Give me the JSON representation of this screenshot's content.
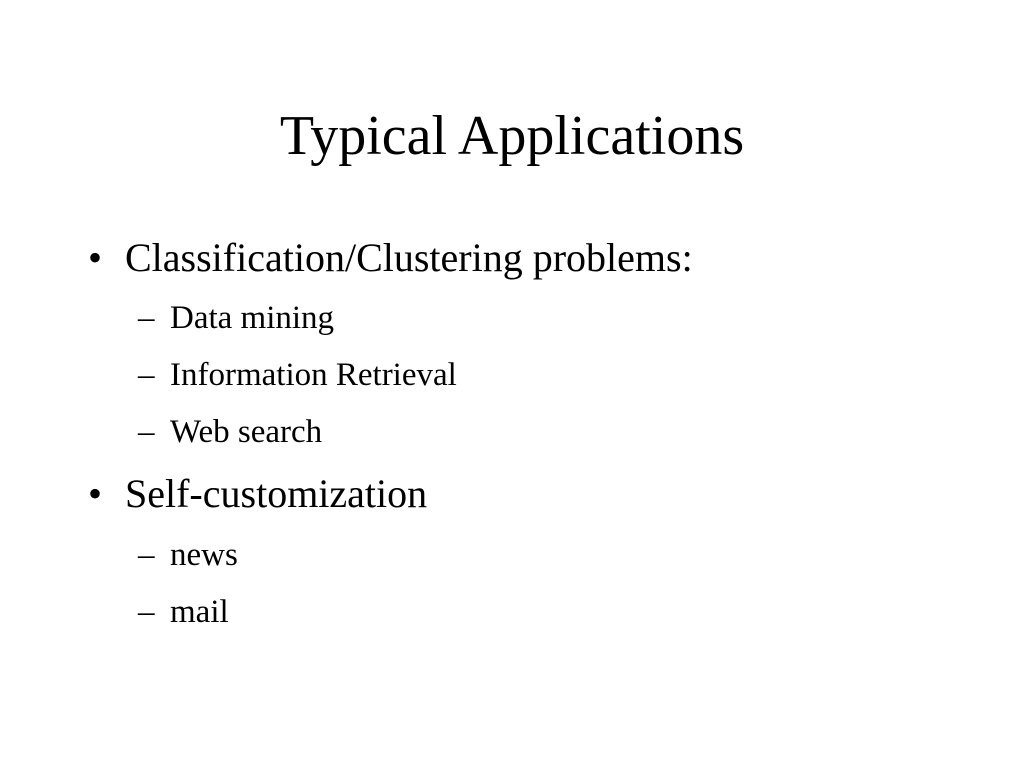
{
  "slide": {
    "title": "Typical Applications",
    "bullet_marker": "•",
    "sub_marker": "–",
    "items": [
      {
        "label": "Classification/Clustering problems:",
        "subitems": [
          "Data mining",
          "Information Retrieval",
          "Web search"
        ]
      },
      {
        "label": "Self-customization",
        "subitems": [
          "news",
          "mail"
        ]
      }
    ]
  }
}
